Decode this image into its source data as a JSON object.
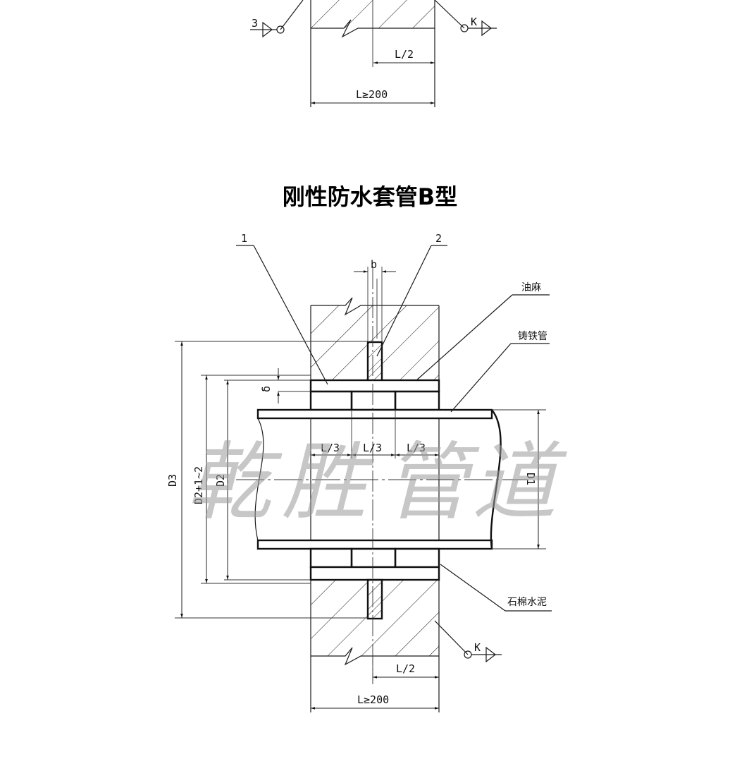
{
  "title": "刚性防水套管B型",
  "watermark": [
    "乾",
    "胜",
    "管",
    "道"
  ],
  "top_fragment": {
    "section_mark_left": "3",
    "section_mark_right": "K",
    "dim_half": "L/2",
    "dim_total": "L≥200"
  },
  "main": {
    "callout_1": "1",
    "callout_2": "2",
    "dim_b": "b",
    "dim_delta": "δ",
    "label_oil_hemp": "油麻",
    "label_cast_iron_pipe": "铸铁管",
    "label_asbestos_cement": "石棉水泥",
    "dim_thirds": [
      "L/3",
      "L/3",
      "L/3"
    ],
    "dim_D3": "D3",
    "dim_D2_plus": "D2+1~2",
    "dim_D2": "D2",
    "dim_D1": "D1",
    "section_mark": "K",
    "dim_half": "L/2",
    "dim_total": "L≥200"
  }
}
